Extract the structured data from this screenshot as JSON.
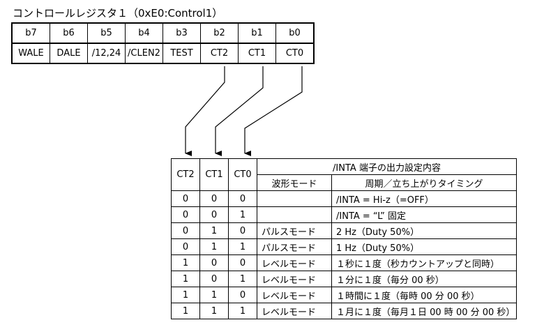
{
  "title": "コントロールレジスタ１（0xE0:Control1）",
  "register": {
    "bits": [
      "b7",
      "b6",
      "b5",
      "b4",
      "b3",
      "b2",
      "b1",
      "b0"
    ],
    "names": [
      "WALE",
      "DALE",
      "/12,24",
      "/CLEN2",
      "TEST",
      "CT2",
      "CT1",
      "CT0"
    ]
  },
  "table": {
    "header_ct2": "CT2",
    "header_ct1": "CT1",
    "header_ct0": "CT0",
    "header_main": "/INTA 端子の出力設定内容",
    "header_mode": "波形モード",
    "header_period": "周期／立ち上がりタイミング",
    "rows": [
      {
        "ct2": "0",
        "ct1": "0",
        "ct0": "0",
        "mode": "",
        "desc": "/INTA = Hi-z（=OFF）"
      },
      {
        "ct2": "0",
        "ct1": "0",
        "ct0": "1",
        "mode": "",
        "desc": "/INTA = “L” 固定"
      },
      {
        "ct2": "0",
        "ct1": "1",
        "ct0": "0",
        "mode": "パルスモード",
        "desc": "2 Hz（Duty 50%）"
      },
      {
        "ct2": "0",
        "ct1": "1",
        "ct0": "1",
        "mode": "パルスモード",
        "desc": "1 Hz（Duty 50%）"
      },
      {
        "ct2": "1",
        "ct1": "0",
        "ct0": "0",
        "mode": "レベルモード",
        "desc": "１秒に１度（秒カウントアップと同時）"
      },
      {
        "ct2": "1",
        "ct1": "0",
        "ct0": "1",
        "mode": "レベルモード",
        "desc": "１分に１度（毎分 00 秒）"
      },
      {
        "ct2": "1",
        "ct1": "1",
        "ct0": "0",
        "mode": "レベルモード",
        "desc": "１時間に１度（毎時 00 分 00 秒）"
      },
      {
        "ct2": "1",
        "ct1": "1",
        "ct0": "1",
        "mode": "レベルモード",
        "desc": "１月に１度（毎月１日 00 時 00 分 00 秒）"
      }
    ]
  }
}
